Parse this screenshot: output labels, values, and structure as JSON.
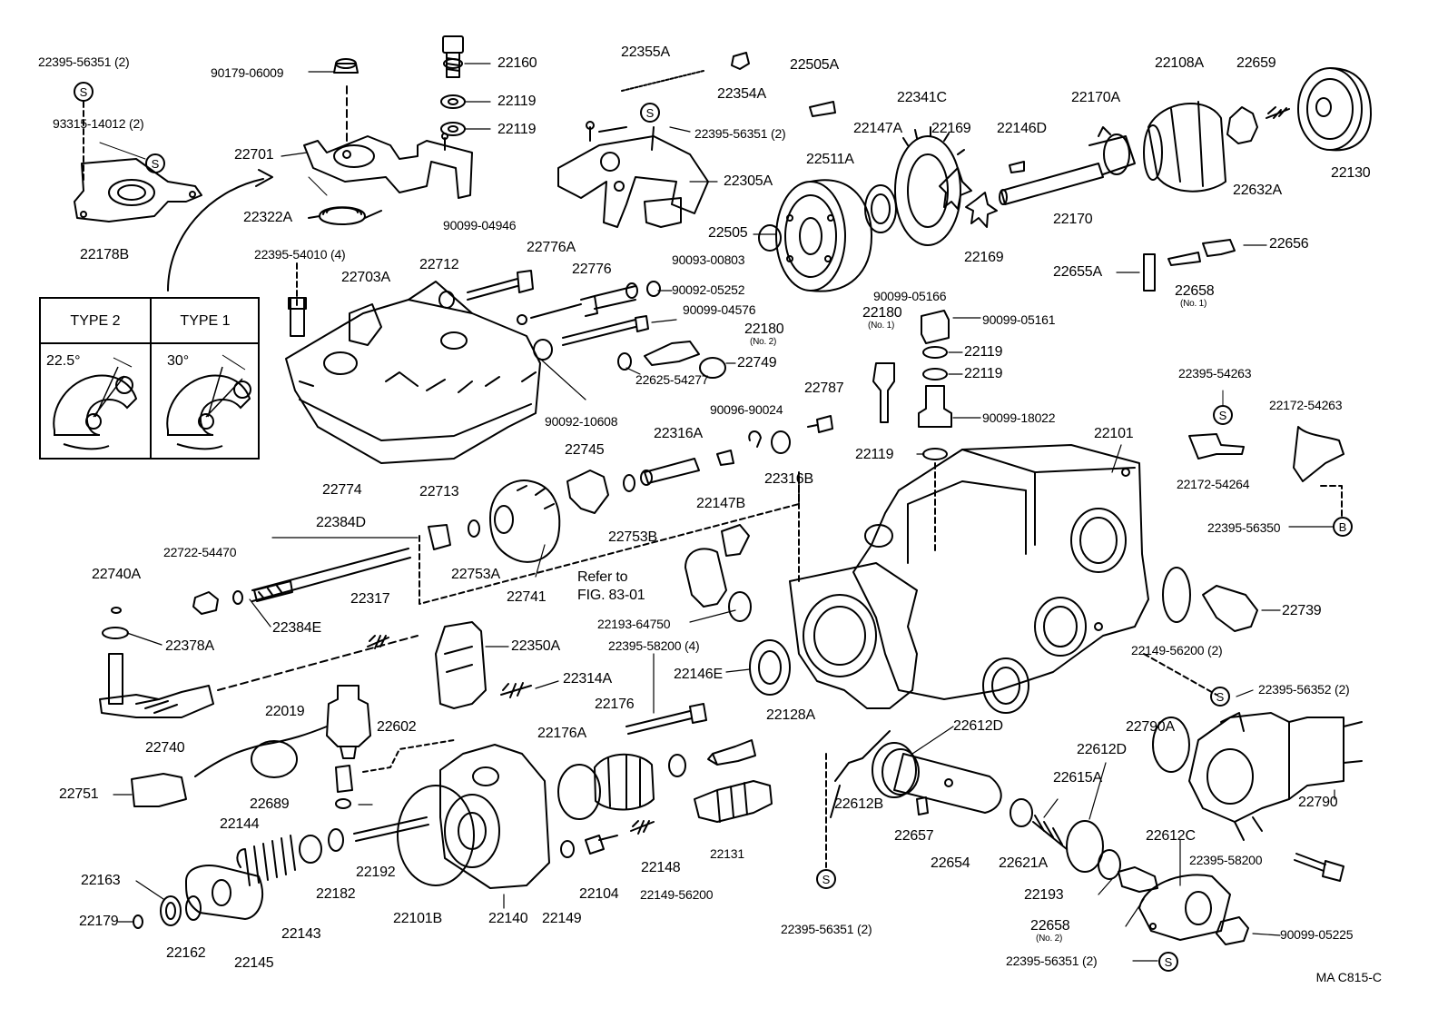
{
  "labels": {
    "l_22395_56351_a": "22395-56351 (2)",
    "l_93315": "93315-14012 (2)",
    "l_22178B": "22178B",
    "l_90179": "90179-06009",
    "l_22701": "22701",
    "l_22322A": "22322A",
    "l_22160": "22160",
    "l_22119_a": "22119",
    "l_22119_b": "22119",
    "l_22355A": "22355A",
    "l_22354A": "22354A",
    "l_22395_56351_b": "22395-56351 (2)",
    "l_22305A": "22305A",
    "l_22505A": "22505A",
    "l_22511A": "22511A",
    "l_22147A": "22147A",
    "l_22341C": "22341C",
    "l_22169_a": "22169",
    "l_22169_b": "22169",
    "l_22505": "22505",
    "l_90099_05166": "90099-05166",
    "l_22146D": "22146D",
    "l_22170A": "22170A",
    "l_22170": "22170",
    "l_22108A": "22108A",
    "l_22659": "22659",
    "l_22632A": "22632A",
    "l_22130": "22130",
    "l_22656": "22656",
    "l_22655A": "22655A",
    "l_22658_1": "22658",
    "l_22658_1_sub": "(No. 1)",
    "l_22395_54010": "22395-54010 (4)",
    "l_22703A": "22703A",
    "l_22712": "22712",
    "l_90099_04946": "90099-04946",
    "l_22776A": "22776A",
    "l_22776": "22776",
    "l_90093": "90093-00803",
    "l_90092_05252": "90092-05252",
    "l_90099_04576": "90099-04576",
    "l_22180_2": "22180",
    "l_22180_2_sub": "(No. 2)",
    "l_22749": "22749",
    "l_22625": "22625-54277",
    "l_90092_10608": "90092-10608",
    "l_22774": "22774",
    "l_22180_1": "22180",
    "l_22180_1_sub": "(No. 1)",
    "l_90099_05161": "90099-05161",
    "l_22119_c": "22119",
    "l_22119_d": "22119",
    "l_90099_18022": "90099-18022",
    "l_22119_e": "22119",
    "l_22787": "22787",
    "l_90096": "90096-90024",
    "l_22316A": "22316A",
    "l_22316B": "22316B",
    "l_22147B": "22147B",
    "l_22745": "22745",
    "l_22753B": "22753B",
    "l_22101": "22101",
    "l_22395_54263": "22395-54263",
    "l_22172_54263": "22172-54263",
    "l_22172_54264": "22172-54264",
    "l_22395_56350": "22395-56350",
    "l_22713": "22713",
    "l_22384D": "22384D",
    "l_22722": "22722-54470",
    "l_22753A": "22753A",
    "l_22741": "22741",
    "l_refer1": "Refer to",
    "l_refer2": "FIG. 83-01",
    "l_22193_64750": "22193-64750",
    "l_22740A": "22740A",
    "l_22384E": "22384E",
    "l_22378A": "22378A",
    "l_22317": "22317",
    "l_22350A": "22350A",
    "l_22395_58200_4": "22395-58200 (4)",
    "l_22146E": "22146E",
    "l_22739": "22739",
    "l_22149_56200_2": "22149-56200 (2)",
    "l_22314A": "22314A",
    "l_22740": "22740",
    "l_22019": "22019",
    "l_22602": "22602",
    "l_22176": "22176",
    "l_22176A": "22176A",
    "l_22128A": "22128A",
    "l_22612D_a": "22612D",
    "l_22395_56352": "22395-56352 (2)",
    "l_22790A": "22790A",
    "l_22612D_b": "22612D",
    "l_22615A": "22615A",
    "l_22751": "22751",
    "l_22689": "22689",
    "l_22612B": "22612B",
    "l_22657": "22657",
    "l_22790": "22790",
    "l_22144": "22144",
    "l_22131": "22131",
    "l_22654": "22654",
    "l_22621A": "22621A",
    "l_22612C": "22612C",
    "l_22163": "22163",
    "l_22148": "22148",
    "l_22192": "22192",
    "l_22101B": "22101B",
    "l_22182": "22182",
    "l_22179": "22179",
    "l_22143": "22143",
    "l_22140": "22140",
    "l_22149": "22149",
    "l_22104": "22104",
    "l_22149_56200": "22149-56200",
    "l_22193": "22193",
    "l_22395_58200": "22395-58200",
    "l_22658_2": "22658",
    "l_22658_2_sub": "(No. 2)",
    "l_90099_05225": "90099-05225",
    "l_22162": "22162",
    "l_22145": "22145",
    "l_22395_56351_c": "22395-56351 (2)",
    "l_22395_56351_d": "22395-56351 (2)",
    "s_mark": "S",
    "b_mark": "B"
  },
  "typebox": {
    "type2": "TYPE 2",
    "type1": "TYPE 1",
    "angle2": "22.5°",
    "angle1": "30°"
  },
  "figure_code": "MA  C815-C"
}
